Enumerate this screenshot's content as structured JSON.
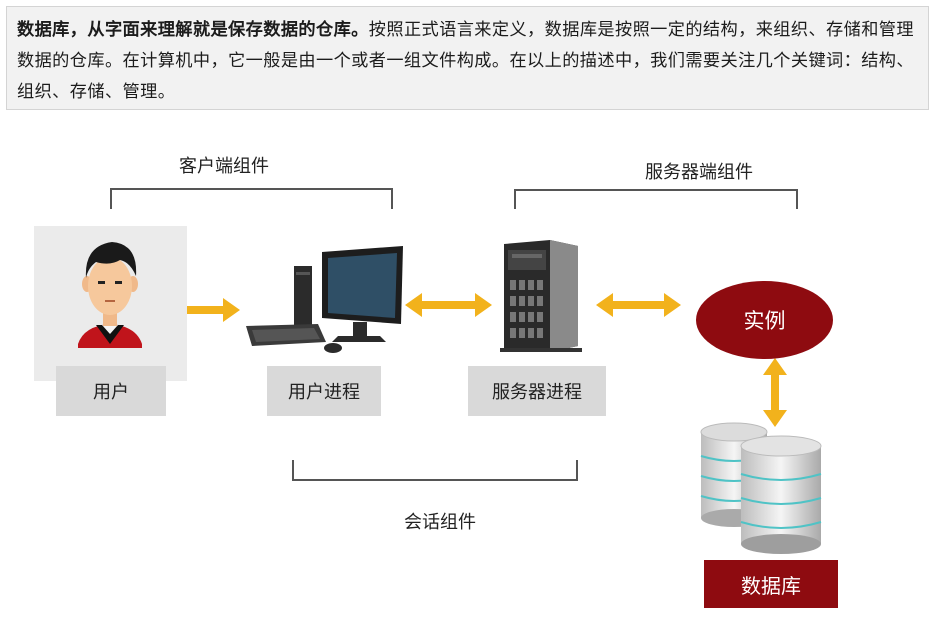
{
  "intro": {
    "bold": "数据库，从字面来理解就是保存数据的仓库。",
    "text": "按照正式语言来定义，数据库是按照一定的结构，来组织、存储和管理数据的仓库。在计算机中，它一般是由一个或者一组文件构成。在以上的描述中，我们需要关注几个关键词：结构、组织、存储、管理。"
  },
  "groups": {
    "client": "客户端组件",
    "server": "服务器端组件",
    "session": "会话组件"
  },
  "nodes": {
    "user": "用户",
    "user_process": "用户进程",
    "server_process": "服务器进程",
    "instance": "实例",
    "database": "数据库"
  },
  "icons": {
    "user": "person-avatar-icon",
    "computer": "desktop-computer-icon",
    "server": "tower-server-icon",
    "database": "database-cylinders-icon",
    "arrow": "double-arrow-icon"
  },
  "colors": {
    "accent_red": "#8e0b10",
    "arrow_yellow": "#f2b21c",
    "label_gray": "#d9d9d9",
    "intro_bg": "#f2f2f2"
  }
}
